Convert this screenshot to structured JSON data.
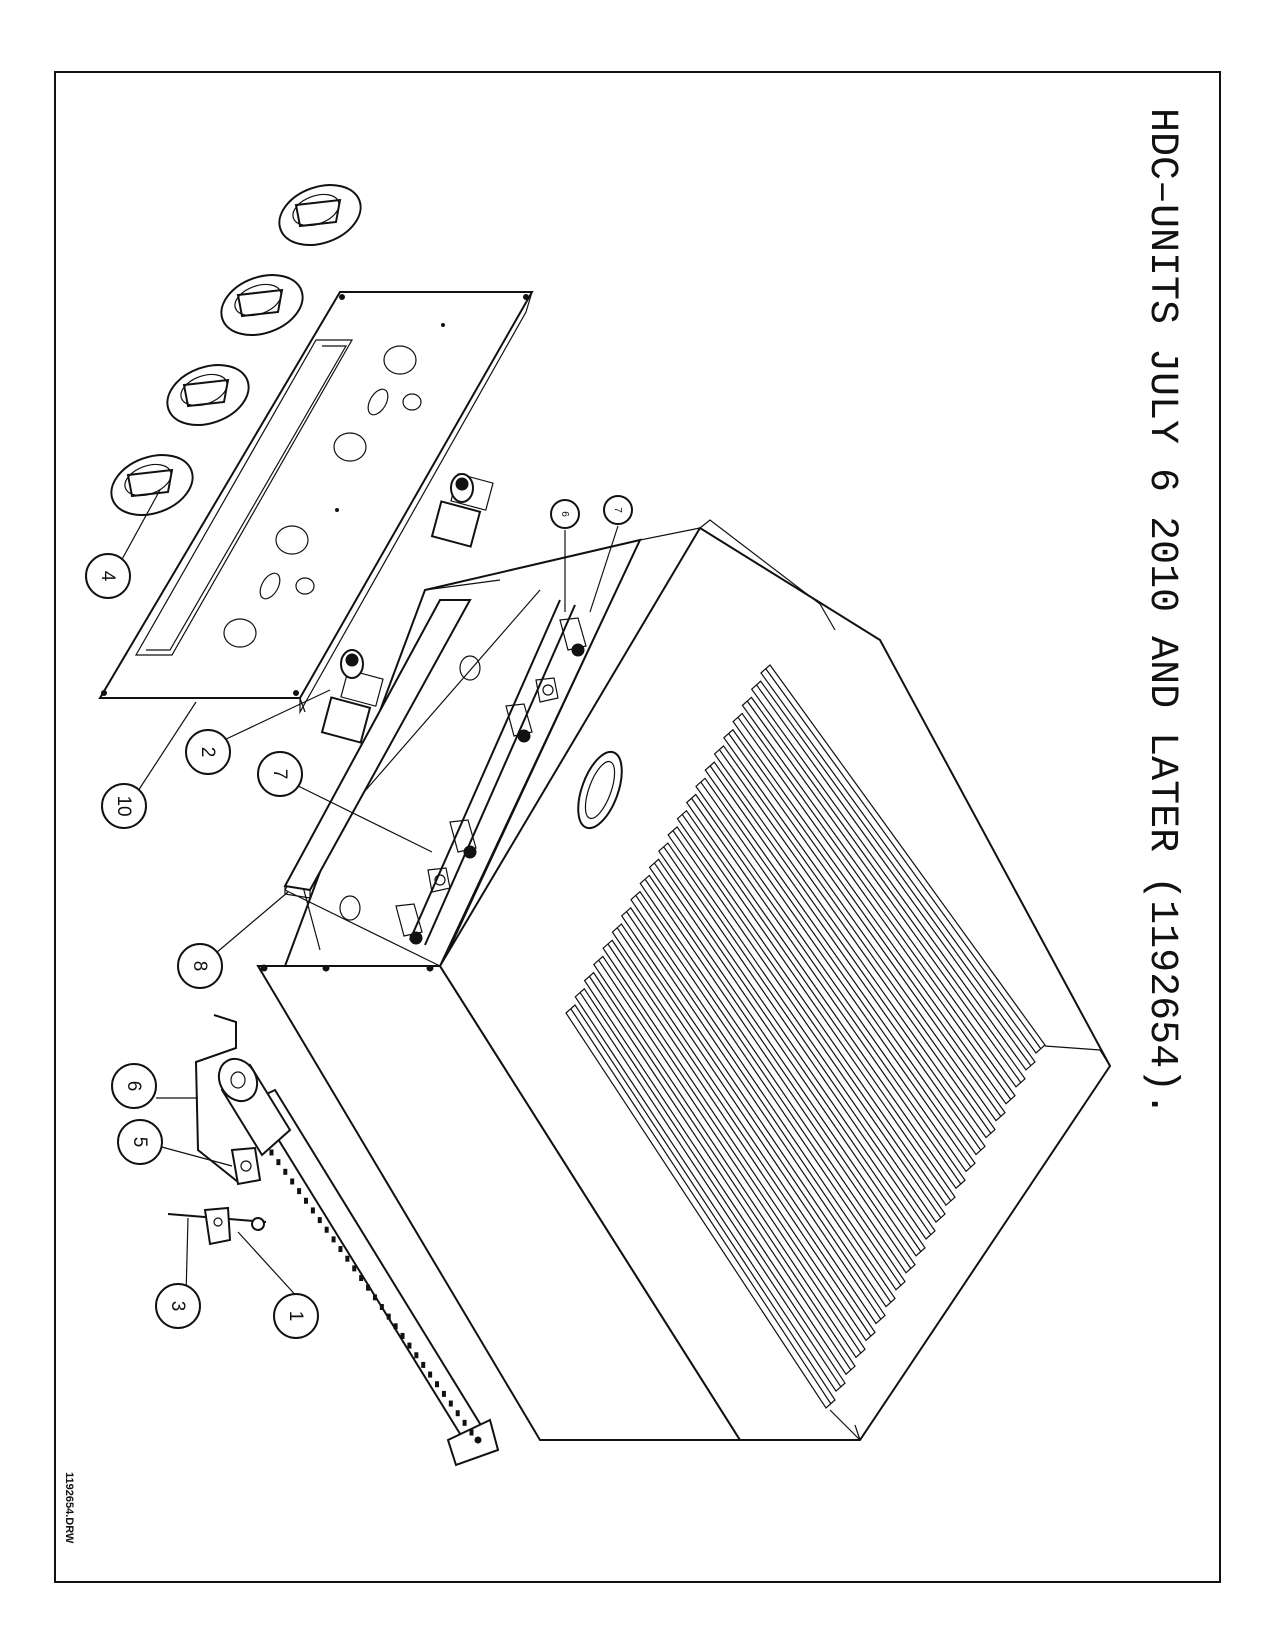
{
  "drawing": {
    "title": "HDC–UNITS JULY 6 2010 AND LATER (1192654).",
    "file_name": "1192654.DRW"
  },
  "callouts": [
    {
      "id": "c1",
      "label": "1"
    },
    {
      "id": "c2",
      "label": "2"
    },
    {
      "id": "c3",
      "label": "3"
    },
    {
      "id": "c4",
      "label": "4"
    },
    {
      "id": "c5",
      "label": "5"
    },
    {
      "id": "c6",
      "label": "6"
    },
    {
      "id": "c7",
      "label": "7"
    },
    {
      "id": "c8",
      "label": "8"
    },
    {
      "id": "c10",
      "label": "10"
    },
    {
      "id": "c6s",
      "label": "6"
    },
    {
      "id": "c7s",
      "label": "7"
    }
  ]
}
